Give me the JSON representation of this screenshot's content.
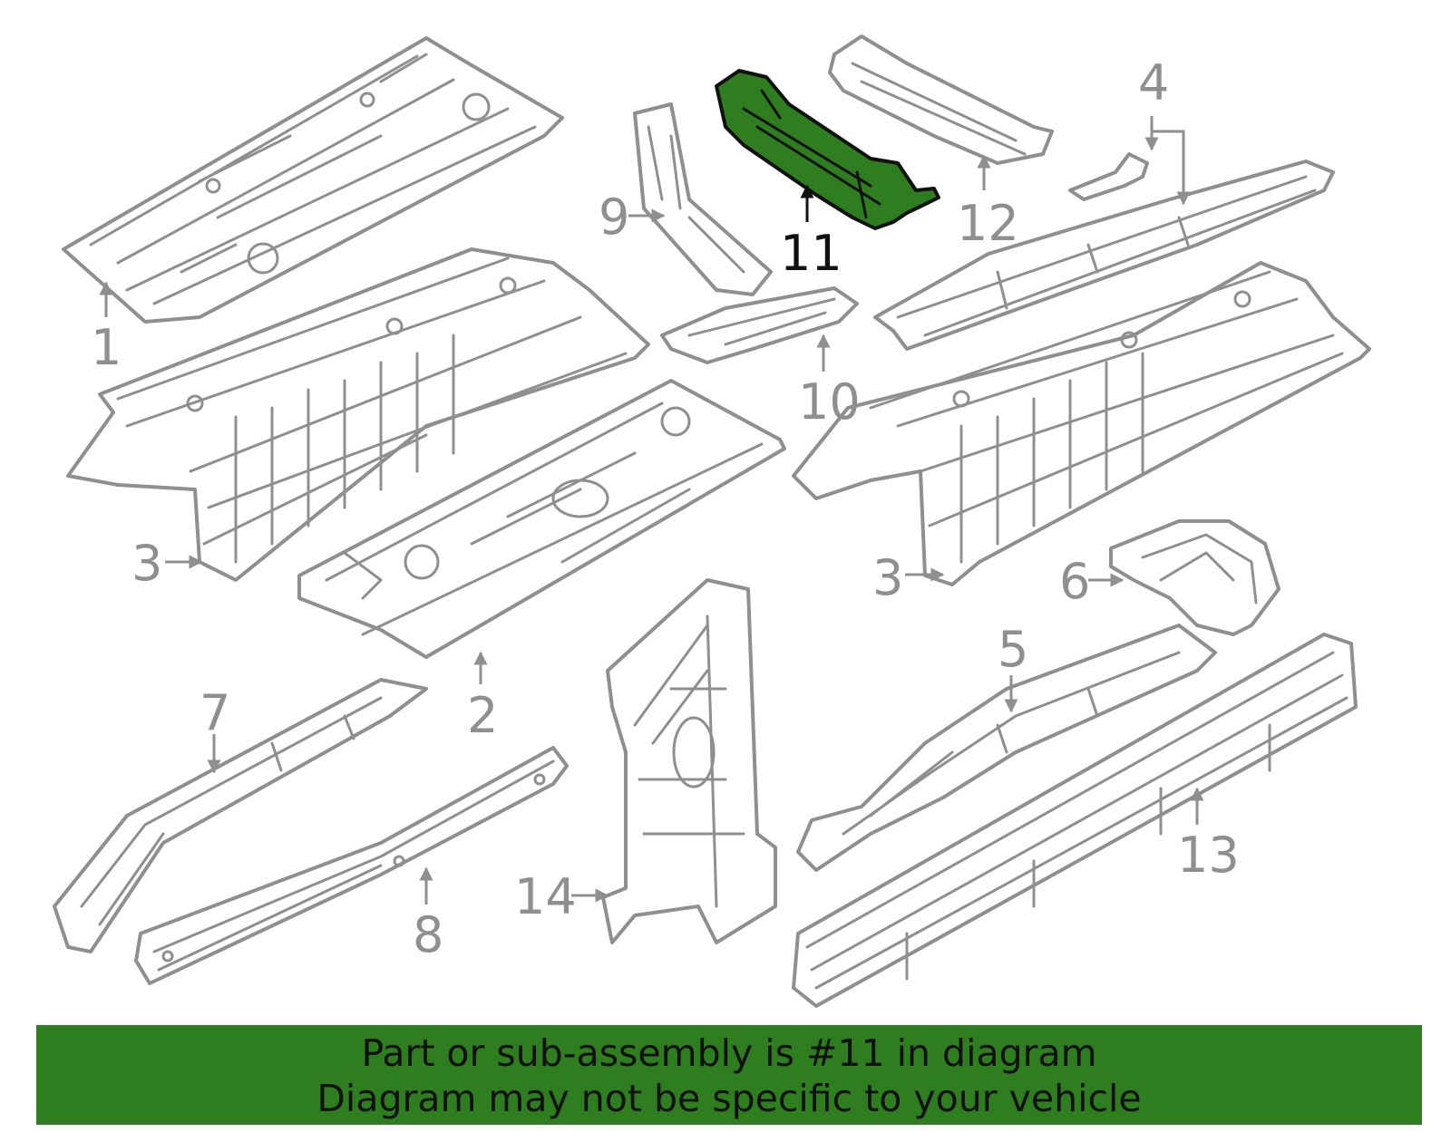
{
  "highlight_color": "#2e7d1e",
  "callouts": {
    "p1": "1",
    "p2": "2",
    "p3a": "3",
    "p3b": "3",
    "p4": "4",
    "p5": "5",
    "p6": "6",
    "p7": "7",
    "p8": "8",
    "p9": "9",
    "p10": "10",
    "p11": "11",
    "p12": "12",
    "p13": "13",
    "p14": "14"
  },
  "highlighted_part": "11",
  "banner": {
    "line1": "Part or sub-assembly is #11 in diagram",
    "line2": "Diagram may not be specific to your vehicle"
  }
}
